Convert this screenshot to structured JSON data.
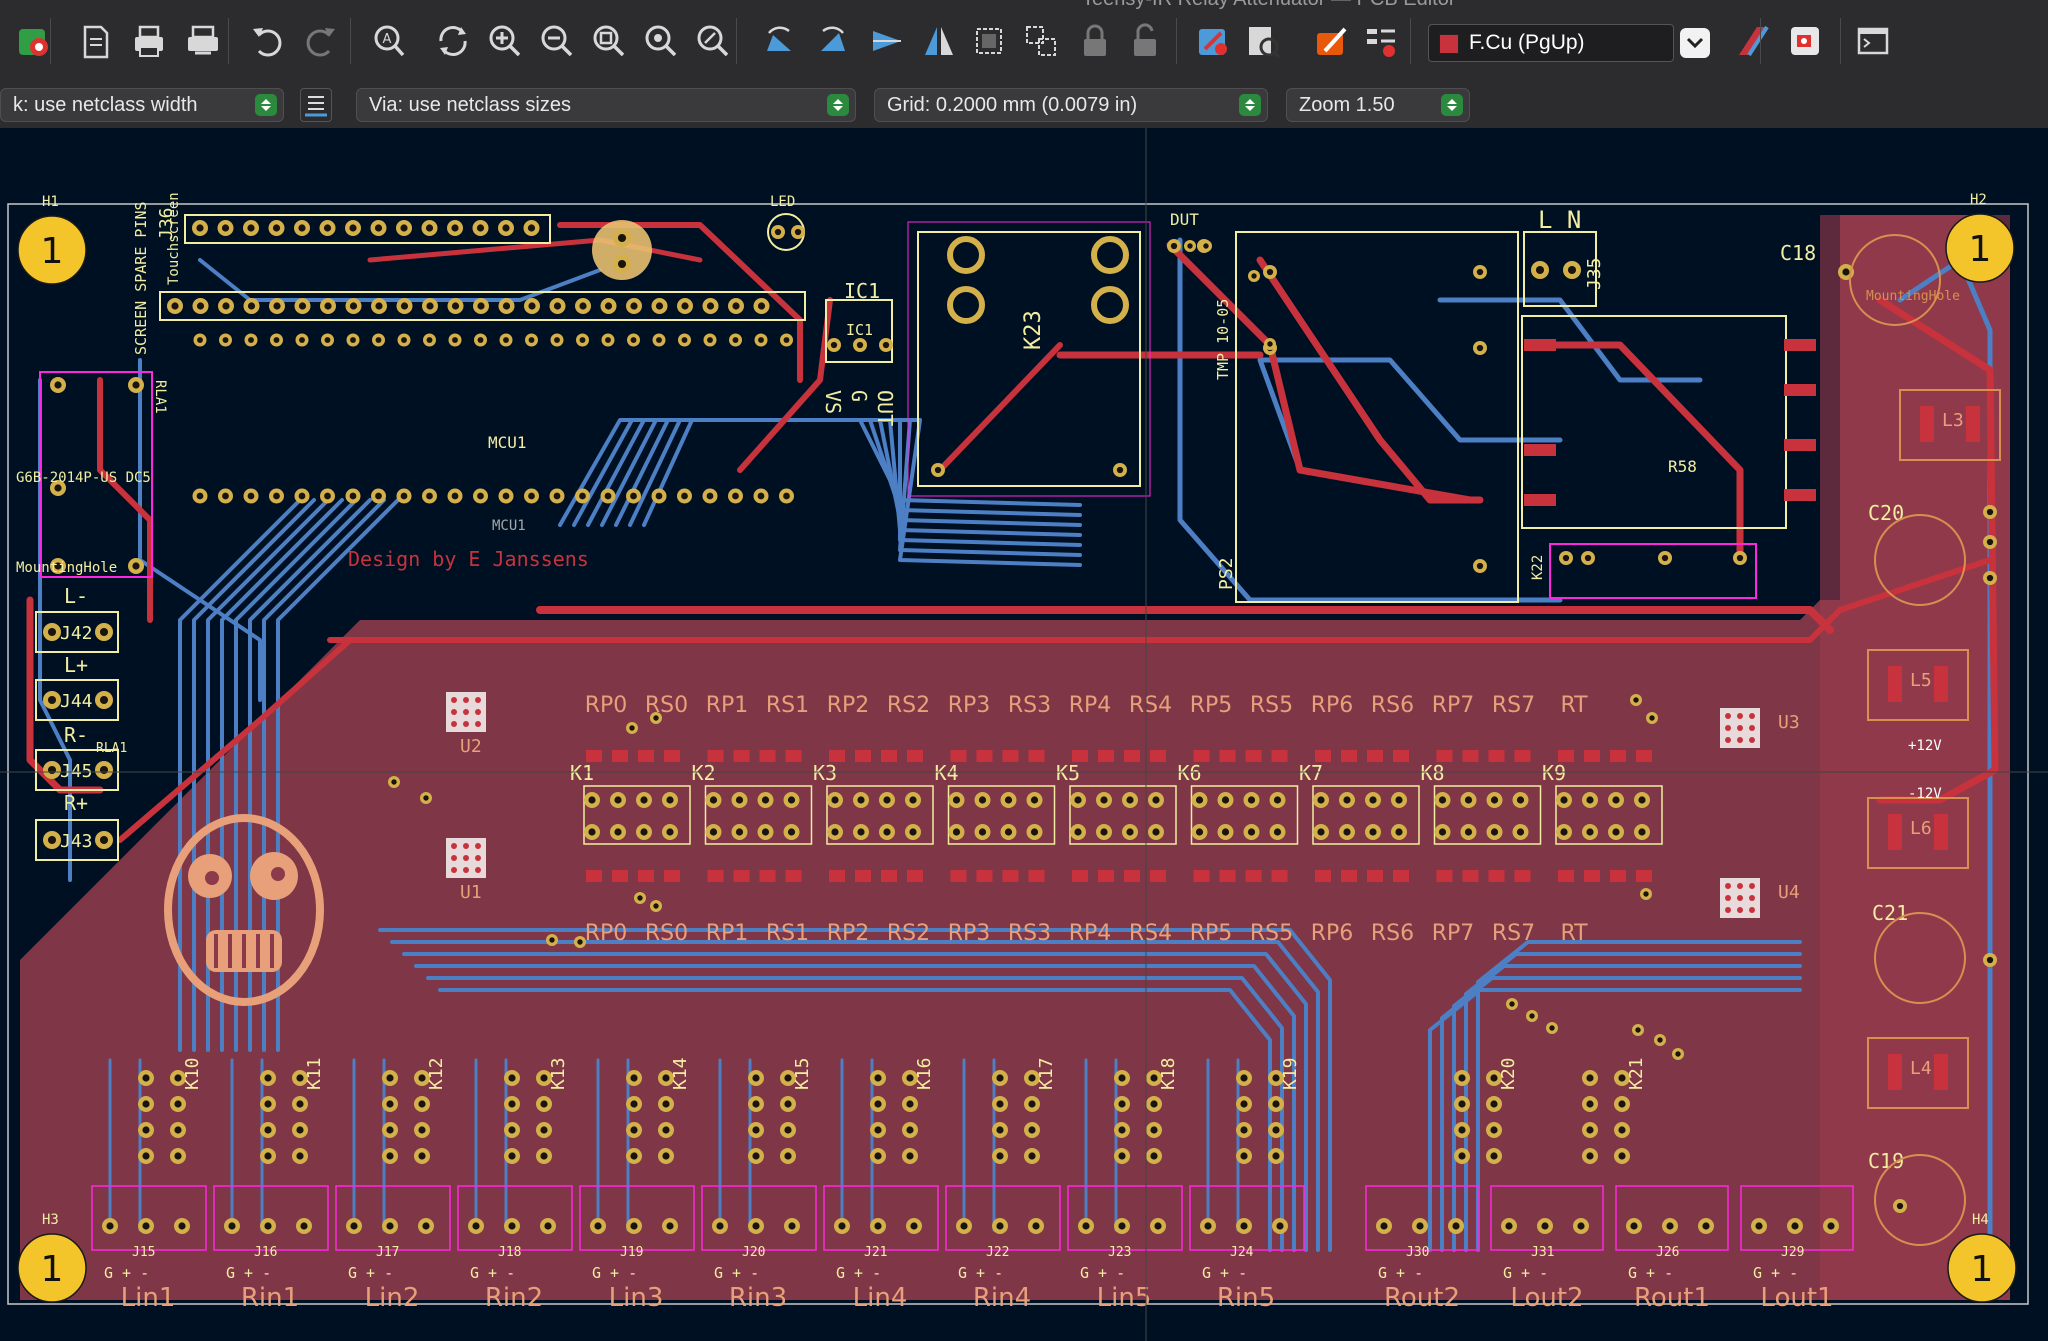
{
  "window": {
    "title": "Teensy-IR Relay Attenuator — PCB Editor"
  },
  "toolbar": {
    "layer_select": "F.Cu (PgUp)",
    "layer_color": "#c8323c",
    "icons": [
      "drc-icon",
      "new-board-icon",
      "print-icon",
      "plot-icon",
      "undo-icon",
      "redo-icon",
      "find-icon",
      "refresh-icon",
      "zoom-in-icon",
      "zoom-out-icon",
      "zoom-fit-icon",
      "zoom-objects-icon",
      "zoom-selection-icon",
      "rotate-ccw-icon",
      "rotate-cw-icon",
      "flip-icon",
      "mirror-icon",
      "group-icon",
      "ungroup-icon",
      "lock-icon",
      "unlock-icon",
      "netlist-icon",
      "footprint-browser-icon",
      "footprint-editor-icon",
      "board-setup-icon",
      "layer-pair-icon",
      "scripting-icon",
      "console-icon"
    ]
  },
  "toolbar2": {
    "track_width": "k: use netclass width",
    "via_size": "Via: use netclass sizes",
    "grid": "Grid: 0.2000 mm (0.0079 in)",
    "zoom": "Zoom 1.50"
  },
  "colors": {
    "background": "#001023",
    "front_copper": "#c8323c",
    "back_copper": "#4d7fc4",
    "back_zone": "#8a3a4a",
    "silkscreen_front": "#f2eda1",
    "silkscreen_back": "#e8a07a",
    "pad": "#d4b04a",
    "mounting_hole": "#f4c52a",
    "courtyard": "#ff26e2"
  },
  "board": {
    "credit": "Design by E Janssens",
    "mounting_holes": [
      {
        "ref": "H1",
        "label": "1"
      },
      {
        "ref": "H2",
        "label": "1"
      },
      {
        "ref": "H3",
        "label": "1"
      },
      {
        "ref": "H4",
        "label": "1"
      }
    ],
    "top_labels": {
      "mcu": "MCU1",
      "mcu_back": "MCU1",
      "header": "J36",
      "ic1": "IC1",
      "ic1_copy": "IC1",
      "k23": "K23",
      "j35": "J35",
      "ln": "L N",
      "c18": "C18",
      "c20": "C20",
      "c21": "C21",
      "c19": "C19",
      "r58": "R58",
      "k22": "K22",
      "ps2": "PS2",
      "led": "LED",
      "dut": "DUT",
      "g6b": "G6B-2014P-US DC5",
      "rla": "RLA1",
      "rla_top": "RLA1",
      "mh": "MountingHole",
      "mh2": "MountingHole",
      "spare": "SCREEN SPARE PINS",
      "touchscreen": "Touchscreen",
      "pin_vs": "VS",
      "pin_g": "G",
      "pin_out": "OUT",
      "tmp": "TMP 10-05",
      "u1": "U1",
      "u2": "U2",
      "u3": "U3",
      "u4": "U4",
      "l3": "L3",
      "l4": "L4",
      "l5": "L5",
      "l6": "L6",
      "p12v": "+12V",
      "m12v": "-12V"
    },
    "power_terminals": [
      {
        "ref": "J42",
        "label": "L-"
      },
      {
        "ref": "J44",
        "label": "L+"
      },
      {
        "ref": "J45",
        "label": "R-"
      },
      {
        "ref": "J43",
        "label": "R+"
      }
    ],
    "relay_row_labels": [
      "RP0",
      "RS0",
      "RP1",
      "RS1",
      "RP2",
      "RS2",
      "RP3",
      "RS3",
      "RP4",
      "RS4",
      "RP5",
      "RS5",
      "RP6",
      "RS6",
      "RP7",
      "RS7",
      "RT"
    ],
    "relay_refs": [
      "K1",
      "K2",
      "K3",
      "K4",
      "K5",
      "K6",
      "K7",
      "K8",
      "K9"
    ],
    "input_relays": [
      "K10",
      "K11",
      "K12",
      "K13",
      "K14",
      "K15",
      "K16",
      "K17",
      "K18",
      "K19"
    ],
    "output_relays": [
      "K20",
      "K21"
    ],
    "input_connectors": [
      {
        "ref": "J15",
        "label": "Lin1"
      },
      {
        "ref": "J16",
        "label": "Rin1"
      },
      {
        "ref": "J17",
        "label": "Lin2"
      },
      {
        "ref": "J18",
        "label": "Rin2"
      },
      {
        "ref": "J19",
        "label": "Lin3"
      },
      {
        "ref": "J20",
        "label": "Rin3"
      },
      {
        "ref": "J21",
        "label": "Lin4"
      },
      {
        "ref": "J22",
        "label": "Rin4"
      },
      {
        "ref": "J23",
        "label": "Lin5"
      },
      {
        "ref": "J24",
        "label": "Rin5"
      }
    ],
    "output_connectors": [
      {
        "ref": "J30",
        "label": "Rout2"
      },
      {
        "ref": "J31",
        "label": "Lout2"
      },
      {
        "ref": "J26",
        "label": "Rout1"
      },
      {
        "ref": "J29",
        "label": "Lout1"
      }
    ],
    "pin_markers": "G + -"
  }
}
